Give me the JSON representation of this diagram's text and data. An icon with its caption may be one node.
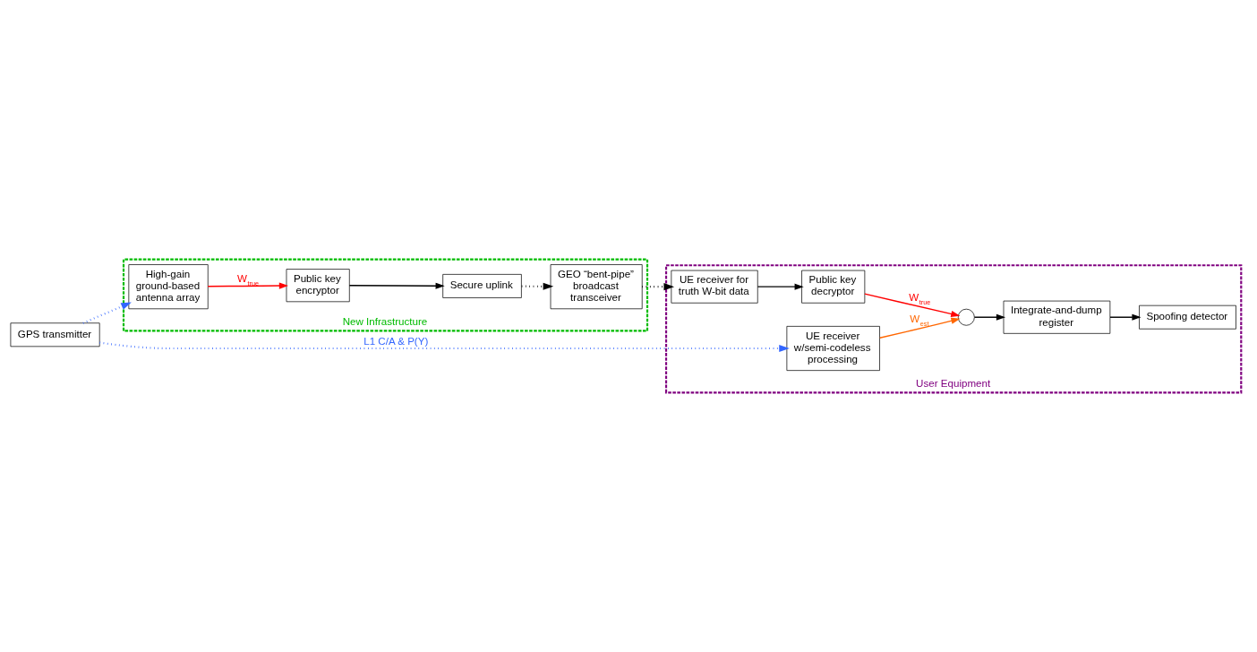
{
  "diagram": {
    "nodes": [
      {
        "text": [
          "User Equipment"
        ]
      },
      {
        "text": [
          "UE receiver w/semi-codeless processing"
        ],
        "in": 0
      },
      {
        "text": [],
        "shape": "circle",
        "in": 0
      },
      {
        "text": [
          "Integrate-and-dump register"
        ],
        "in": 0
      },
      {
        "text": [
          "Spoofing detector"
        ],
        "in": 0
      },
      {
        "text": [
          "Public key decryptor"
        ],
        "in": 0
      },
      {
        "text": [
          "UE receiver for truth W-bit data"
        ],
        "in": 0
      },
      {
        "text": [
          "GPS transmitter"
        ]
      },
      {
        "text": [
          "New Infrastructure"
        ]
      },
      {
        "text": [
          "High-gain ground-based antenna array"
        ],
        "in": 8
      },
      {
        "text": [
          "Public key encryptor"
        ],
        "in": 8
      },
      {
        "text": [
          "Secure uplink"
        ],
        "in": 8
      },
      {
        "text": [
          "GEO “bent-pipe” broadcast transceiver"
        ],
        "in": 8
      }
    ],
    "edges": [
      {
        "from": 1,
        "to": 2,
        "arrow": "to",
        "label": "W$_{est}$",
        "color": "#ff6600"
      },
      {
        "from": 2,
        "to": 3,
        "arrow": "to"
      },
      {
        "from": 3,
        "to": 4,
        "arrow": "to"
      },
      {
        "from": 5,
        "to": 2,
        "arrow": "to",
        "label": "W$_{true}$",
        "color": "#ff0000"
      },
      {
        "from": 6,
        "to": 5,
        "arrow": "to"
      },
      {
        "from": 7,
        "to": 1,
        "arrow": "to",
        "label": "L1 C/A & P(Y)",
        "style": "dashed",
        "color": "#3366ff"
      },
      {
        "from": 7,
        "to": 9,
        "arrow": "to",
        "style": "dashed",
        "color": "#3366ff"
      },
      {
        "from": 9,
        "to": 10,
        "arrow": "to",
        "label": "W$_{true}$",
        "color": "#ff0000"
      },
      {
        "from": 10,
        "to": 11,
        "arrow": "to"
      },
      {
        "from": 11,
        "to": 12,
        "arrow": "to",
        "style": "dashed"
      },
      {
        "from": 12,
        "to": 6,
        "arrow": "to",
        "style": "dashed"
      }
    ]
  }
}
